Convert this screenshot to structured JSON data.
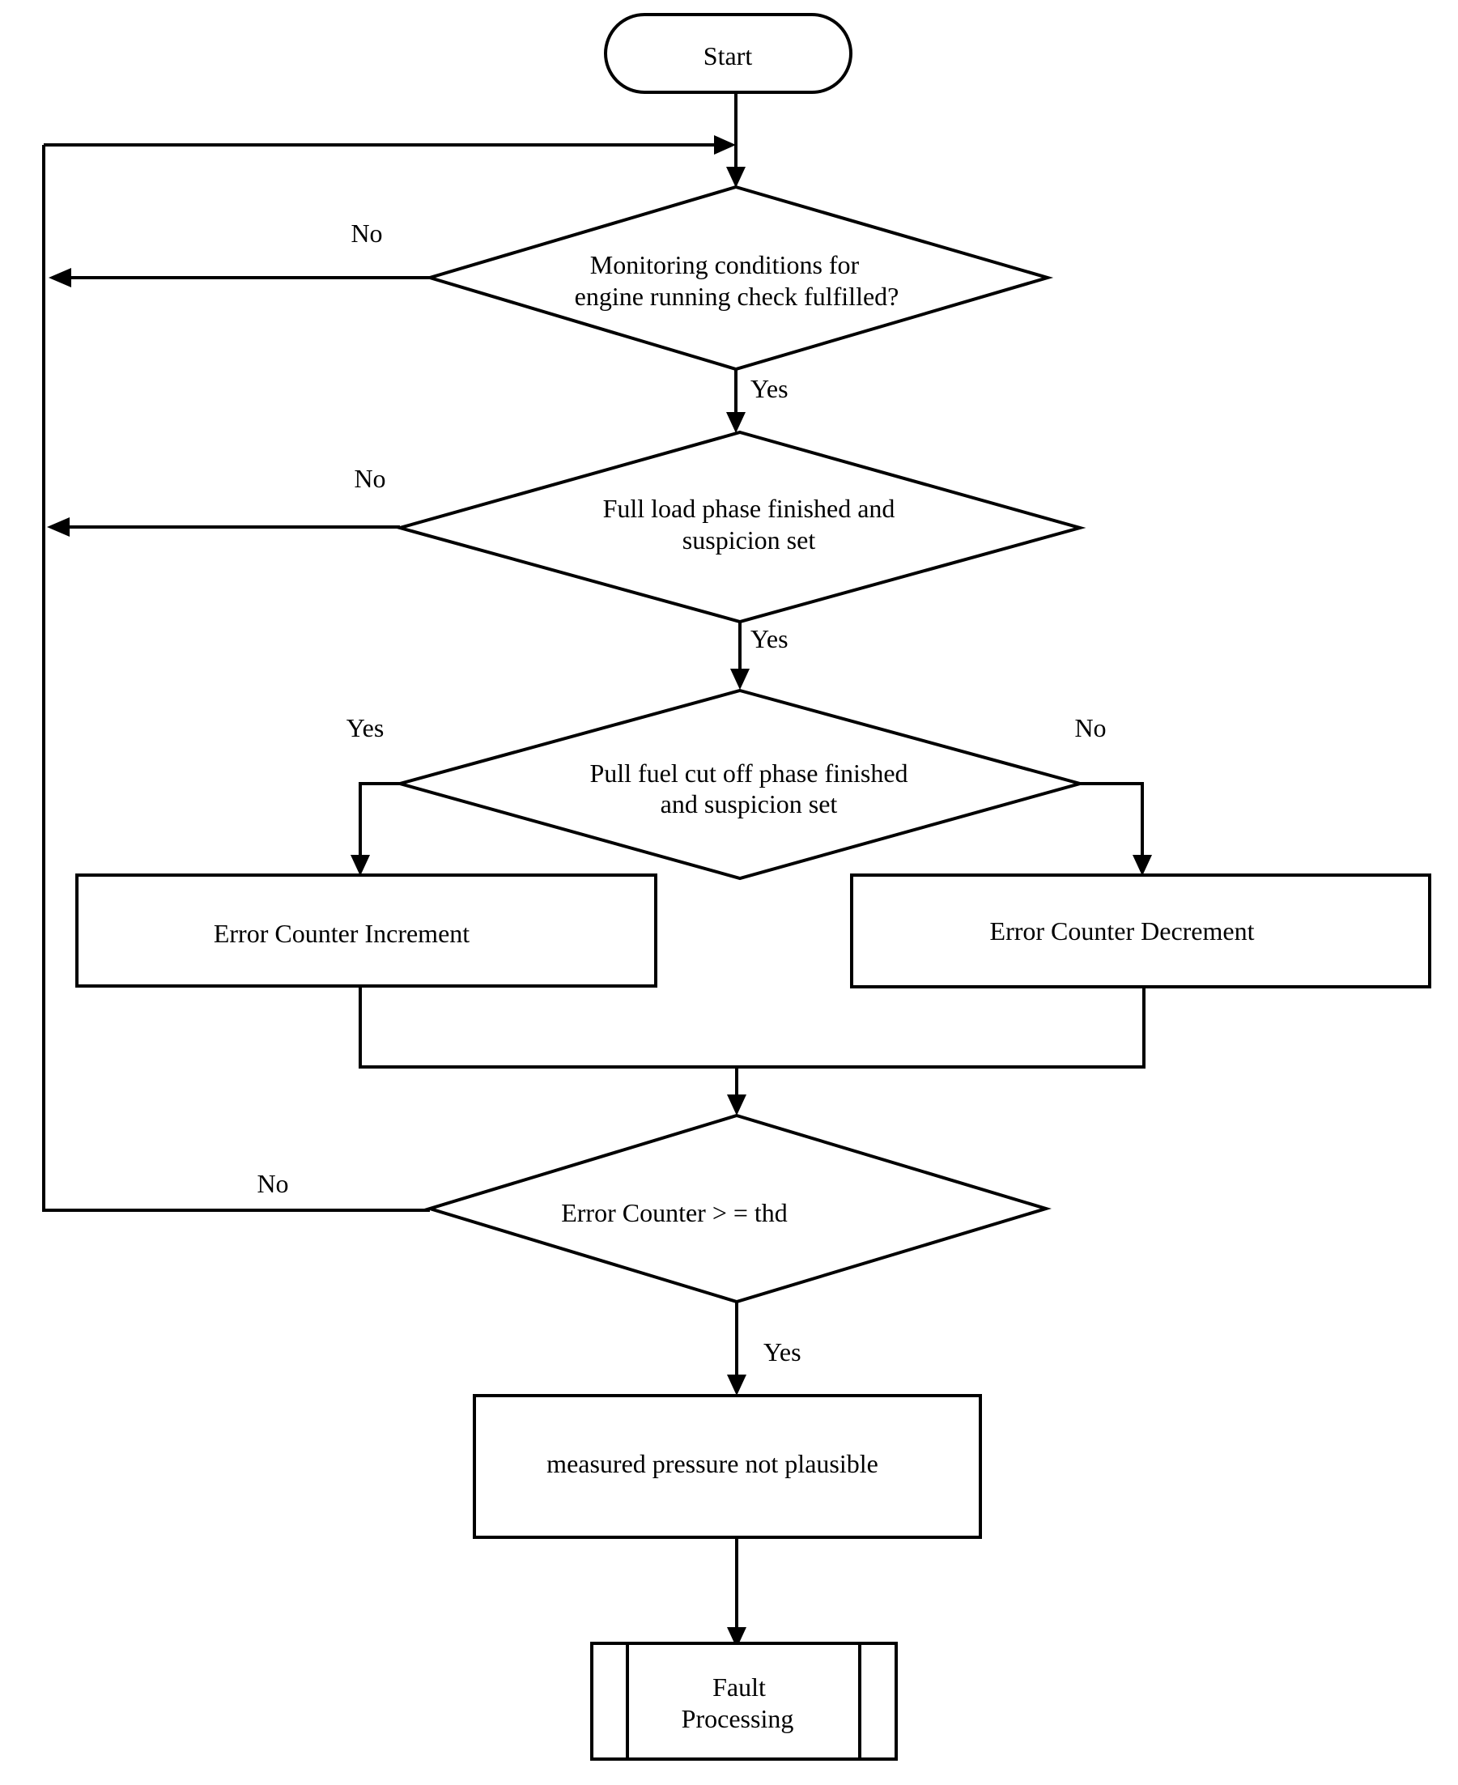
{
  "diagram": {
    "start": {
      "label": "Start"
    },
    "decision_monitoring": {
      "line1": "Monitoring  conditions for",
      "line2": "engine running check fulfilled?",
      "no_label": "No",
      "yes_label": "Yes"
    },
    "decision_full_load": {
      "line1": "Full load phase finished and",
      "line2": "suspicion set",
      "no_label": "No",
      "yes_label": "Yes"
    },
    "decision_fuel_cut": {
      "line1": "Pull fuel cut off phase finished",
      "line2": "and suspicion set",
      "yes_label": "Yes",
      "no_label": "No"
    },
    "process_increment": {
      "label": "Error Counter Increment"
    },
    "process_decrement": {
      "label": "Error Counter Decrement"
    },
    "decision_threshold": {
      "label": "Error Counter > = thd",
      "no_label": "No",
      "yes_label": "Yes"
    },
    "process_not_plausible": {
      "label": "measured pressure not plausible"
    },
    "subprocess_fault": {
      "line1": "Fault",
      "line2": "Processing"
    }
  }
}
